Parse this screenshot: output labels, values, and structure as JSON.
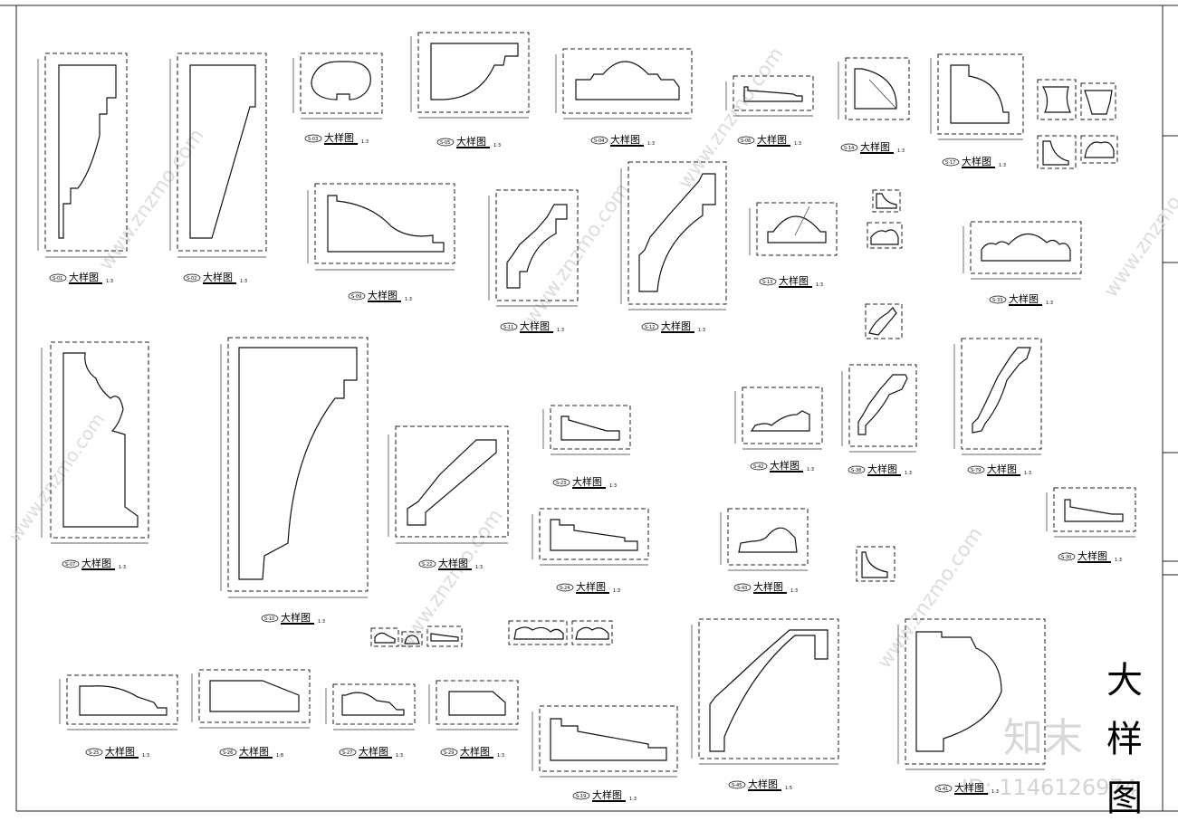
{
  "sheet": {
    "big_title_chars": [
      "大",
      "样",
      "图"
    ],
    "watermark_url": "www.znzmo.com",
    "watermark_logo": "知末",
    "watermark_id": "ID: 1146126974"
  },
  "details": [
    {
      "tag": "S-01",
      "title": "大样图",
      "scale": "1:3"
    },
    {
      "tag": "S-02",
      "title": "大样图",
      "scale": "1:3"
    },
    {
      "tag": "S-03",
      "title": "大样图",
      "scale": "1:3"
    },
    {
      "tag": "S-05",
      "title": "大样图",
      "scale": "1:3"
    },
    {
      "tag": "S-04",
      "title": "大样图",
      "scale": "1:3"
    },
    {
      "tag": "S-06",
      "title": "大样图",
      "scale": "1:3"
    },
    {
      "tag": "S-14",
      "title": "大样图",
      "scale": "1:3"
    },
    {
      "tag": "S-17",
      "title": "大样图",
      "scale": "1:3"
    },
    {
      "tag": "S-09",
      "title": "大样图",
      "scale": "1:3"
    },
    {
      "tag": "S-11",
      "title": "大样图",
      "scale": "1:3"
    },
    {
      "tag": "S-12",
      "title": "大样图",
      "scale": "1:3"
    },
    {
      "tag": "S-13",
      "title": "大样图",
      "scale": "1:3"
    },
    {
      "tag": "S-33",
      "title": "大样图",
      "scale": "1:3"
    },
    {
      "tag": "S-07",
      "title": "大样图",
      "scale": "1:3"
    },
    {
      "tag": "S-10",
      "title": "大样图",
      "scale": "1:3"
    },
    {
      "tag": "S-22",
      "title": "大样图",
      "scale": "1:3"
    },
    {
      "tag": "S-23",
      "title": "大样图",
      "scale": "1:3"
    },
    {
      "tag": "S-24",
      "title": "大样图",
      "scale": "1:3"
    },
    {
      "tag": "S-42",
      "title": "大样图",
      "scale": "1:3"
    },
    {
      "tag": "S-38",
      "title": "大样图",
      "scale": "1:3"
    },
    {
      "tag": "S-79",
      "title": "大样图",
      "scale": "1:3"
    },
    {
      "tag": "S-43",
      "title": "大样图",
      "scale": "1:3"
    },
    {
      "tag": "S-30",
      "title": "大样图",
      "scale": "1:3"
    },
    {
      "tag": "S-25",
      "title": "大样图",
      "scale": "1:3"
    },
    {
      "tag": "S-26",
      "title": "大样图",
      "scale": "1:8"
    },
    {
      "tag": "S-27",
      "title": "大样图",
      "scale": "1:3"
    },
    {
      "tag": "S-29",
      "title": "大样图",
      "scale": "1:3"
    },
    {
      "tag": "S-19",
      "title": "大样图",
      "scale": "1:3"
    },
    {
      "tag": "S-45",
      "title": "大样图",
      "scale": "1:5"
    },
    {
      "tag": "S-41",
      "title": "大样图",
      "scale": "1:3"
    }
  ]
}
